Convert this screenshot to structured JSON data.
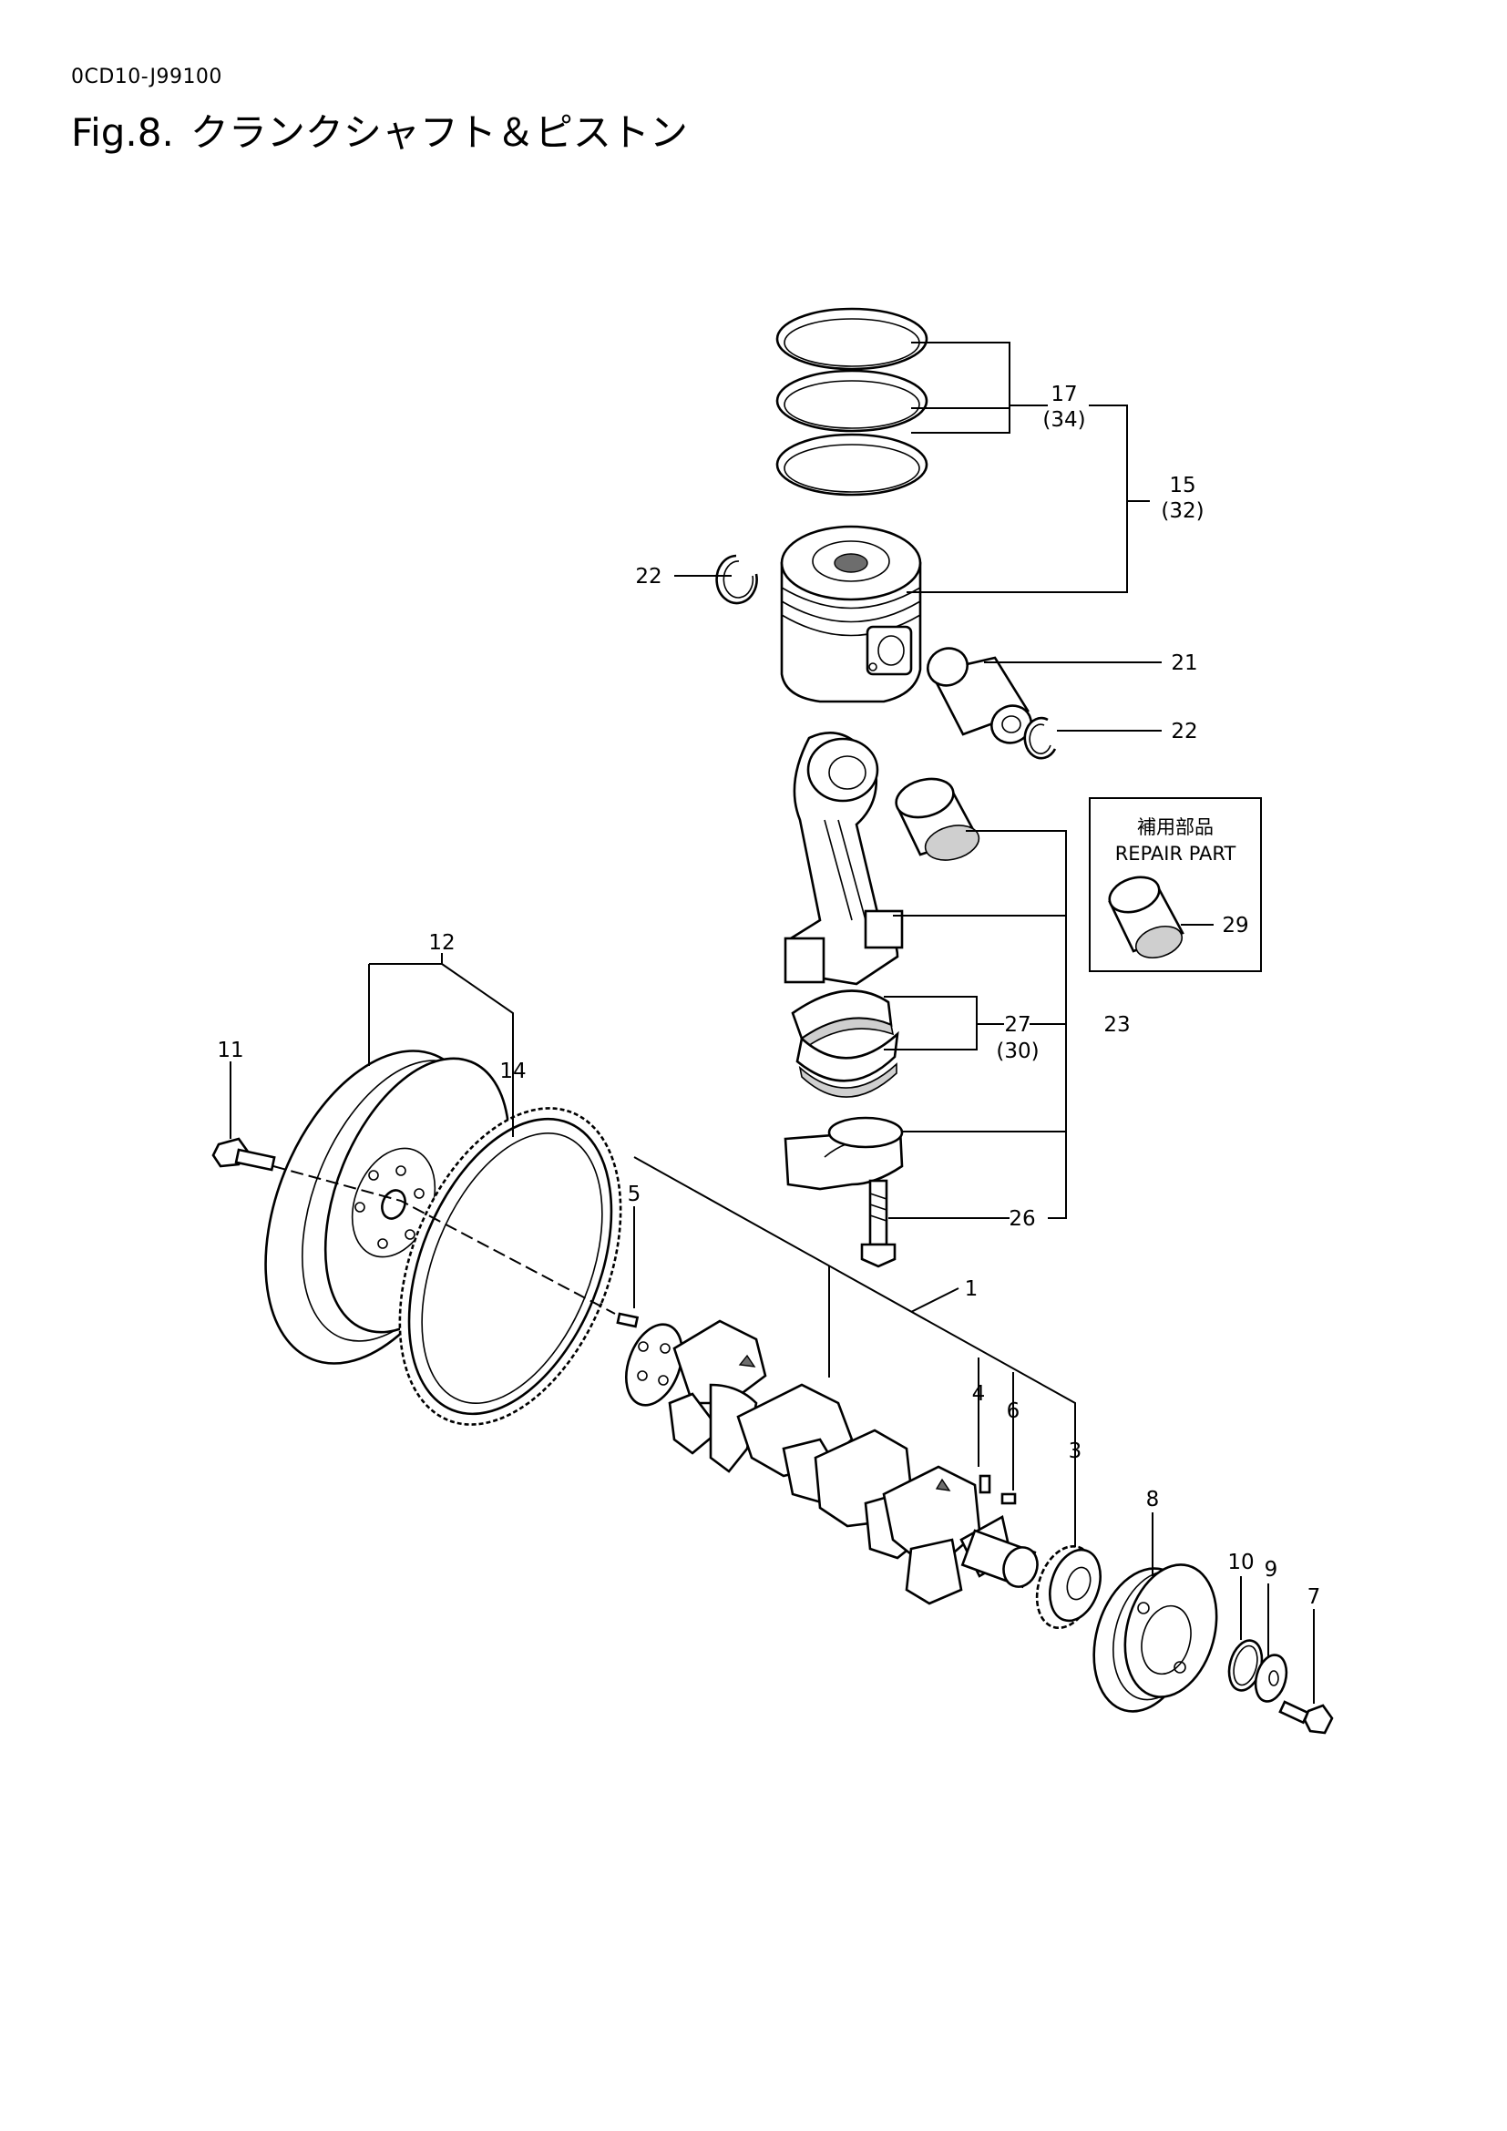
{
  "document_code": "0CD10-J99100",
  "figure": {
    "number": "Fig.8.",
    "title": "クランクシャフト＆ピストン"
  },
  "repair_box": {
    "title_jp": "補用部品",
    "title_en": "REPAIR PART"
  },
  "callouts": {
    "c1": "1",
    "c3": "3",
    "c4": "4",
    "c5": "5",
    "c6": "6",
    "c7": "7",
    "c8": "8",
    "c9": "9",
    "c10": "10",
    "c11": "11",
    "c12": "12",
    "c14": "14",
    "c15": "15",
    "c15_alt": "(32)",
    "c17": "17",
    "c17_alt": "(34)",
    "c21": "21",
    "c22_left": "22",
    "c22_right": "22",
    "c23": "23",
    "c26": "26",
    "c27": "27",
    "c27_alt": "(30)",
    "c29": "29"
  }
}
